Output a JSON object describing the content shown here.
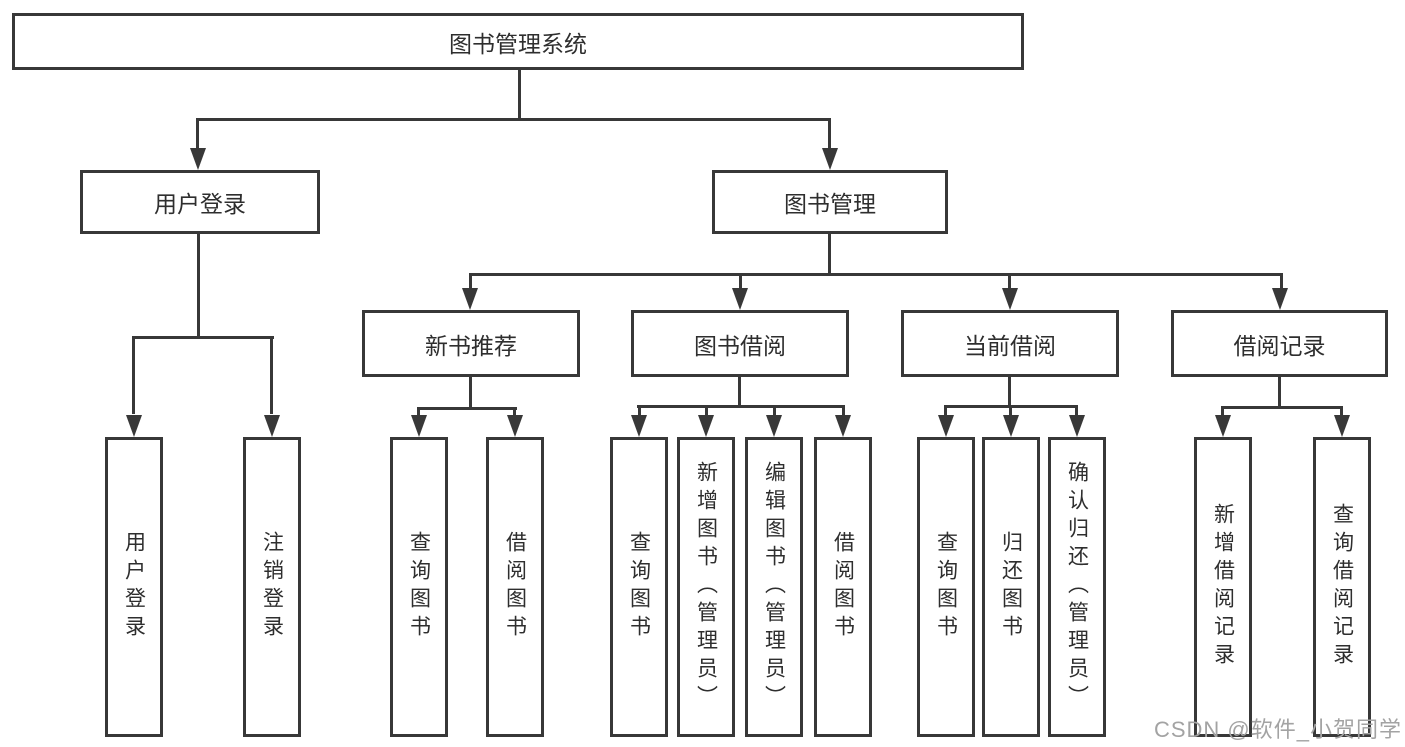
{
  "diagram": {
    "type": "tree",
    "direction": "top-down",
    "colors": {
      "line": "#383838",
      "text": "#2e2e2e",
      "box_background": "#ffffff",
      "watermark": "#a3a3a3",
      "page_background": "#ffffff"
    },
    "watermark": {
      "text": "CSDN @软件_小贺同学"
    },
    "nodes": {
      "root": {
        "label": "图书管理系统"
      },
      "level2": [
        {
          "label": "用户登录"
        },
        {
          "label": "图书管理"
        }
      ],
      "level3": [
        {
          "label": "新书推荐"
        },
        {
          "label": "图书借阅"
        },
        {
          "label": "当前借阅"
        },
        {
          "label": "借阅记录"
        }
      ],
      "leaves": {
        "user_login": [
          {
            "label": "用户登录"
          },
          {
            "label": "注销登录"
          }
        ],
        "new_book_recommend": [
          {
            "label": "查询图书"
          },
          {
            "label": "借阅图书"
          }
        ],
        "book_borrow": [
          {
            "label": "查询图书"
          },
          {
            "label": "新增图书（管理员）"
          },
          {
            "label": "编辑图书（管理员）"
          },
          {
            "label": "借阅图书"
          }
        ],
        "current_borrow": [
          {
            "label": "查询图书"
          },
          {
            "label": "归还图书"
          },
          {
            "label": "确认归还（管理员）"
          }
        ],
        "borrow_record": [
          {
            "label": "新增借阅记录"
          },
          {
            "label": "查询借阅记录"
          }
        ]
      }
    },
    "edges": [
      "图书管理系统 -> 用户登录",
      "图书管理系统 -> 图书管理",
      "用户登录 -> 用户登录(叶)",
      "用户登录 -> 注销登录",
      "图书管理 -> 新书推荐",
      "图书管理 -> 图书借阅",
      "图书管理 -> 当前借阅",
      "图书管理 -> 借阅记录",
      "新书推荐 -> 查询图书",
      "新书推荐 -> 借阅图书",
      "图书借阅 -> 查询图书",
      "图书借阅 -> 新增图书（管理员）",
      "图书借阅 -> 编辑图书（管理员）",
      "图书借阅 -> 借阅图书",
      "当前借阅 -> 查询图书",
      "当前借阅 -> 归还图书",
      "当前借阅 -> 确认归还（管理员）",
      "借阅记录 -> 新增借阅记录",
      "借阅记录 -> 查询借阅记录"
    ]
  }
}
